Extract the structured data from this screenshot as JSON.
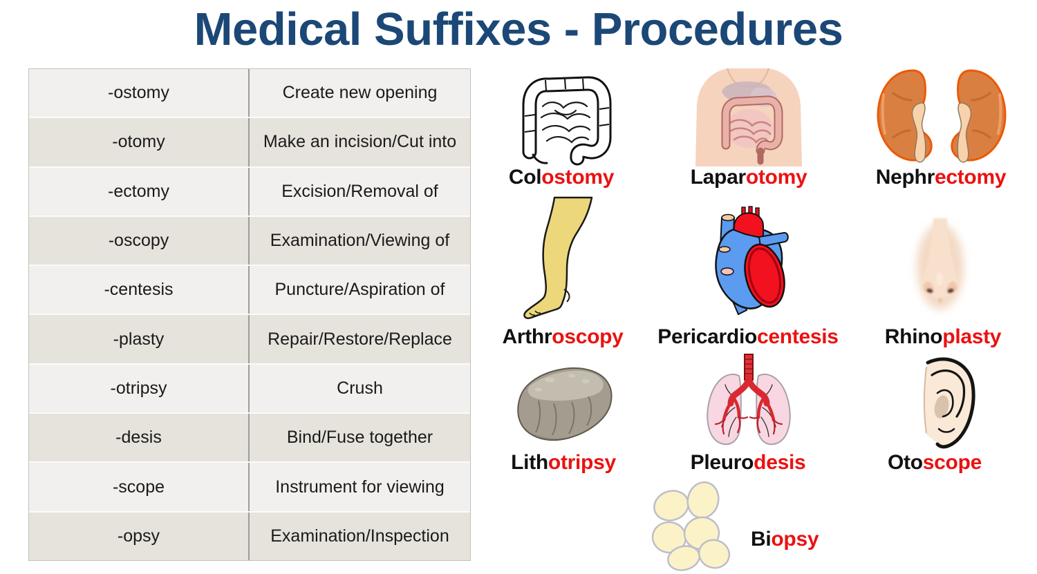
{
  "title": "Medical Suffixes - Procedures",
  "colors": {
    "title_blue": "#1b4876",
    "suffix_red": "#ec1111",
    "row_light": "#f1f0ee",
    "row_dark": "#e6e3dc",
    "column_divider": "#9c9c9c"
  },
  "table": {
    "rows": [
      {
        "suffix": "-ostomy",
        "meaning": "Create new opening"
      },
      {
        "suffix": "-otomy",
        "meaning": "Make an incision/Cut into"
      },
      {
        "suffix": "-ectomy",
        "meaning": "Excision/Removal of"
      },
      {
        "suffix": "-oscopy",
        "meaning": "Examination/Viewing of"
      },
      {
        "suffix": "-centesis",
        "meaning": "Puncture/Aspiration of"
      },
      {
        "suffix": "-plasty",
        "meaning": "Repair/Restore/Replace"
      },
      {
        "suffix": "-otripsy",
        "meaning": "Crush"
      },
      {
        "suffix": "-desis",
        "meaning": "Bind/Fuse together"
      },
      {
        "suffix": "-scope",
        "meaning": "Instrument for viewing"
      },
      {
        "suffix": "-opsy",
        "meaning": "Examination/Inspection"
      }
    ]
  },
  "examples": [
    {
      "prefix": "Col",
      "suffix": "ostomy",
      "icon": "colon-illustration"
    },
    {
      "prefix": "Lapar",
      "suffix": "otomy",
      "icon": "abdomen-illustration"
    },
    {
      "prefix": "Nephr",
      "suffix": "ectomy",
      "icon": "kidneys-illustration"
    },
    {
      "prefix": "Arthr",
      "suffix": "oscopy",
      "icon": "leg-illustration"
    },
    {
      "prefix": "Pericardio",
      "suffix": "centesis",
      "icon": "heart-illustration"
    },
    {
      "prefix": "Rhino",
      "suffix": "plasty",
      "icon": "nose-illustration"
    },
    {
      "prefix": "Lith",
      "suffix": "otripsy",
      "icon": "rock-illustration"
    },
    {
      "prefix": "Pleuro",
      "suffix": "desis",
      "icon": "lungs-illustration"
    },
    {
      "prefix": "Oto",
      "suffix": "scope",
      "icon": "ear-illustration"
    },
    {
      "prefix": "Bi",
      "suffix": "opsy",
      "icon": "fat-cells-illustration"
    }
  ]
}
